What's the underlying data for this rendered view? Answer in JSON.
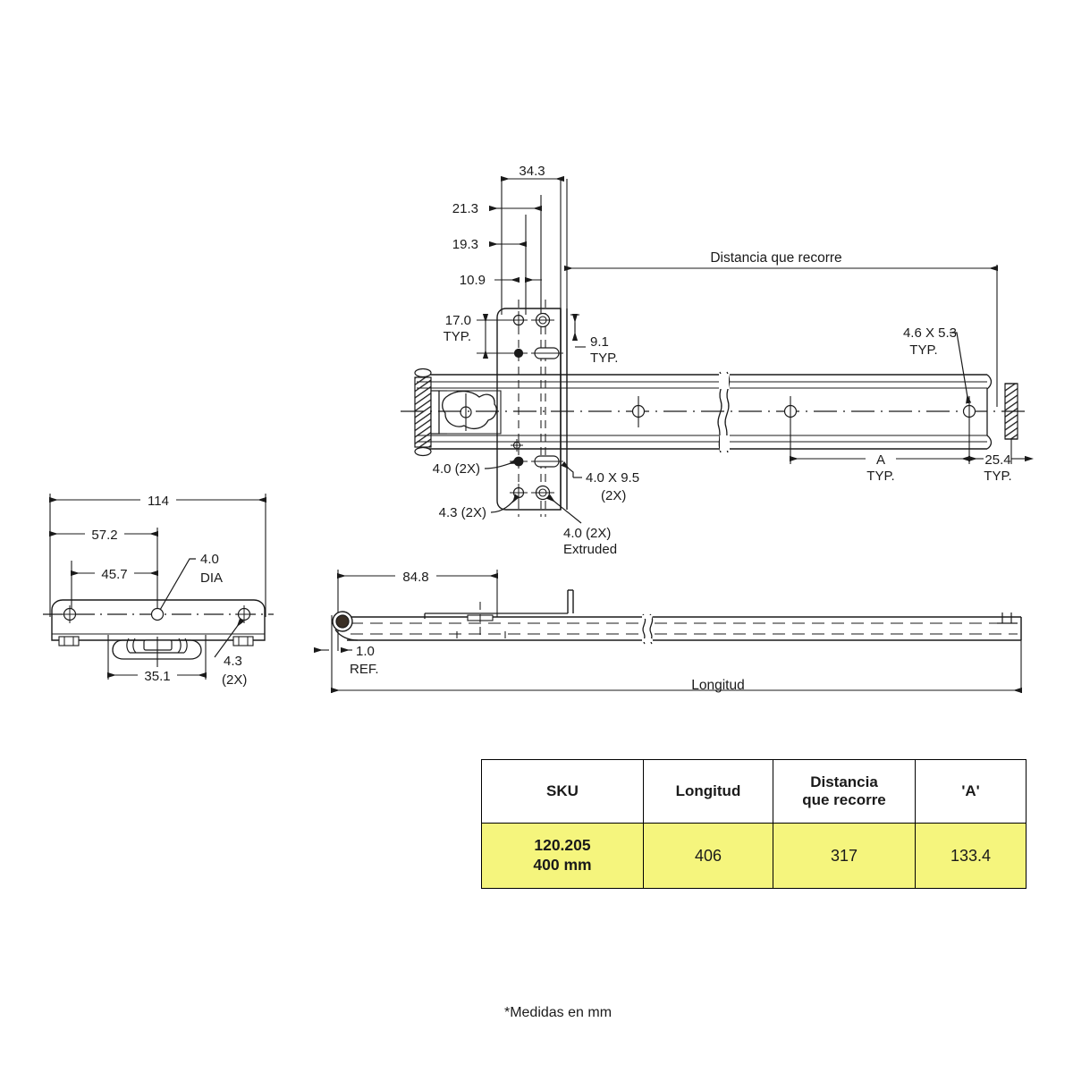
{
  "document": {
    "type": "engineering-drawing",
    "units_note": "*Medidas en mm",
    "language": "es"
  },
  "top_view": {
    "name": "vista-superior-riel",
    "dimensions": {
      "d_34_3": "34.3",
      "d_21_3": "21.3",
      "d_19_3": "19.3",
      "d_10_9": "10.9",
      "d_17_0": "17.0",
      "d_17_0_typ": "TYP.",
      "d_9_1": "9.1",
      "d_9_1_typ": "TYP.",
      "d_25_4": "25.4",
      "d_25_4_typ": "TYP.",
      "label_a": "A",
      "label_a_typ": "TYP.",
      "travel_label": "Distancia que recorre"
    },
    "callouts": {
      "hole_4_0_2x": "4.0  (2X)",
      "hole_4_3_2x": "4.3  (2X)",
      "slot_4_0_x_9_5": "4.0 X 9.5",
      "slot_4_0_x_9_5_qty": "(2X)",
      "hole_4_0_2x_extruded": "4.0  (2X)",
      "hole_4_0_2x_extruded_note": "Extruded",
      "slot_4_6_x_5_3": "4.6 X 5.3",
      "slot_4_6_x_5_3_typ": "TYP."
    }
  },
  "end_view": {
    "name": "vista-frontal-extremo",
    "dimensions": {
      "d_114": "114",
      "d_57_2": "57.2",
      "d_45_7": "45.7",
      "d_35_1": "35.1"
    },
    "callouts": {
      "hole_4_0_dia": "4.0",
      "hole_4_0_dia_note": "DIA",
      "hole_4_3": "4.3",
      "hole_4_3_qty": "(2X)"
    }
  },
  "side_view": {
    "name": "vista-lateral",
    "dimensions": {
      "d_84_8": "84.8",
      "d_1_0": "1.0",
      "d_1_0_ref": "REF.",
      "length_label": "Longitud"
    }
  },
  "spec_table": {
    "headers": [
      {
        "key": "sku",
        "label": "SKU"
      },
      {
        "key": "longitud",
        "label": "Longitud"
      },
      {
        "key": "distancia",
        "label_line1": "Distancia",
        "label_line2": "que recorre"
      },
      {
        "key": "a",
        "label": "'A'"
      }
    ],
    "rows": [
      {
        "sku_line1": "120.205",
        "sku_line2": "400 mm",
        "longitud": "406",
        "distancia": "317",
        "a": "133.4"
      }
    ],
    "row_highlight_color": "#f5f57d",
    "border_color": "#000000"
  }
}
